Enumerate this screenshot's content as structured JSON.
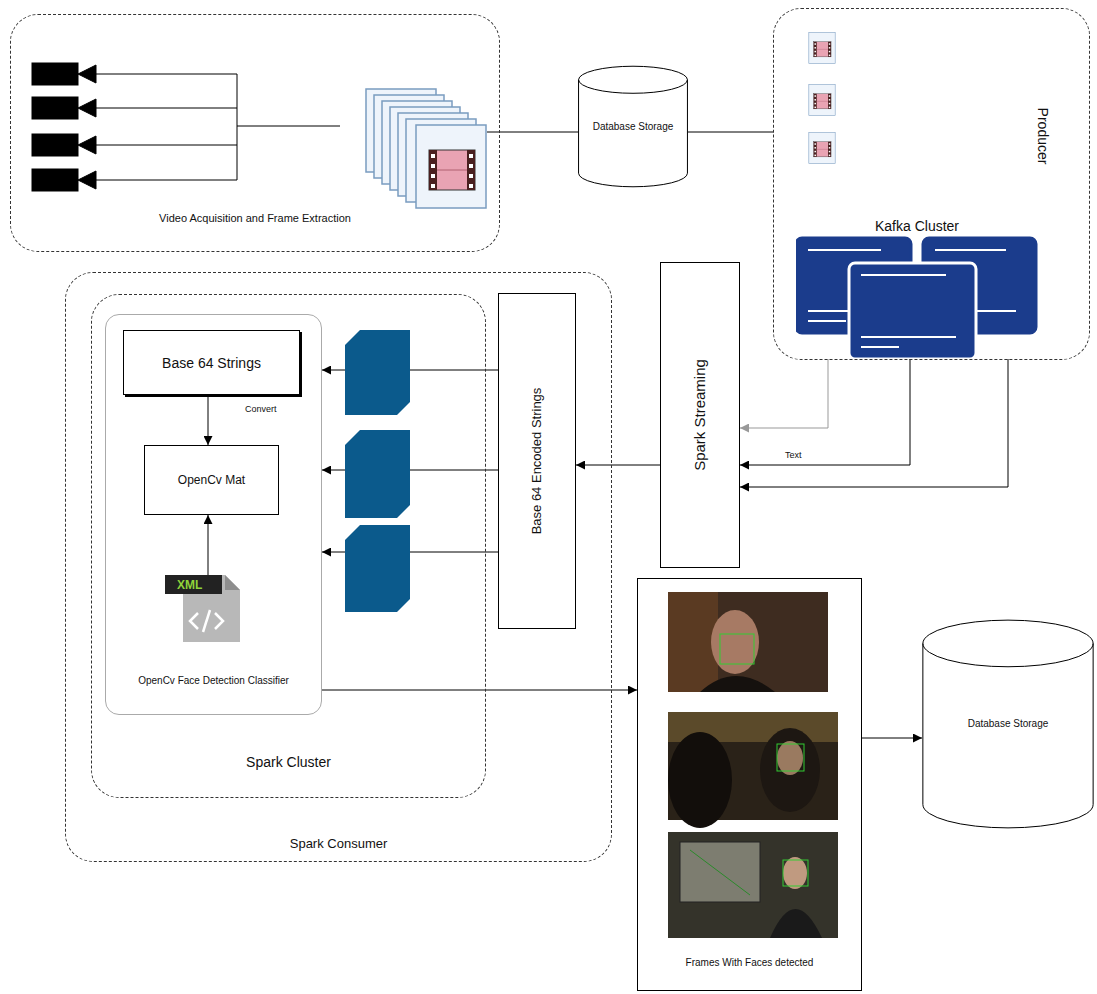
{
  "diagram": {
    "nodes": [
      {
        "text": [
          "Video Acquisition and Frame Extraction"
        ]
      },
      {
        "text": [
          "Database Storage"
        ]
      },
      {
        "text": [
          "Producer"
        ]
      },
      {
        "text": [
          "Kafka Cluster"
        ],
        "in": 2
      },
      {
        "text": [
          "Spark Streaming"
        ]
      },
      {
        "text": [
          "Spark Consumer"
        ]
      },
      {
        "text": [
          "Spark Cluster"
        ],
        "in": 5
      },
      {
        "text": [
          "Base 64 Encoded Strings"
        ],
        "in": 5
      },
      {
        "text": [
          "OpenCv Face Detection Classifier"
        ],
        "in": 6
      },
      {
        "text": [
          "Base 64 Strings"
        ],
        "in": 8
      },
      {
        "text": [
          "OpenCv Mat"
        ],
        "in": 8
      },
      {
        "text": [
          "XML"
        ],
        "in": 8
      },
      {
        "text": [
          "Frames With Faces detected"
        ]
      },
      {
        "text": [
          "Database Storage"
        ]
      }
    ],
    "edges": [
      {
        "from": 0,
        "to": 1,
        "arrow": "none"
      },
      {
        "from": 1,
        "to": 2,
        "arrow": "none"
      },
      {
        "from": 3,
        "to": 4,
        "arrow": "to"
      },
      {
        "from": 3,
        "to": 4,
        "label": "Text",
        "arrow": "to"
      },
      {
        "from": 3,
        "to": 4,
        "arrow": "to"
      },
      {
        "from": 4,
        "to": 7,
        "arrow": "to"
      },
      {
        "from": 7,
        "to": 8,
        "arrow": "to"
      },
      {
        "from": 7,
        "to": 8,
        "arrow": "to"
      },
      {
        "from": 7,
        "to": 8,
        "arrow": "to"
      },
      {
        "from": 9,
        "to": 10,
        "label": "Convert",
        "arrow": "to"
      },
      {
        "from": 11,
        "to": 10,
        "arrow": "to"
      },
      {
        "from": 8,
        "to": 12,
        "arrow": "to"
      },
      {
        "from": 12,
        "to": 13,
        "arrow": "to"
      }
    ]
  }
}
